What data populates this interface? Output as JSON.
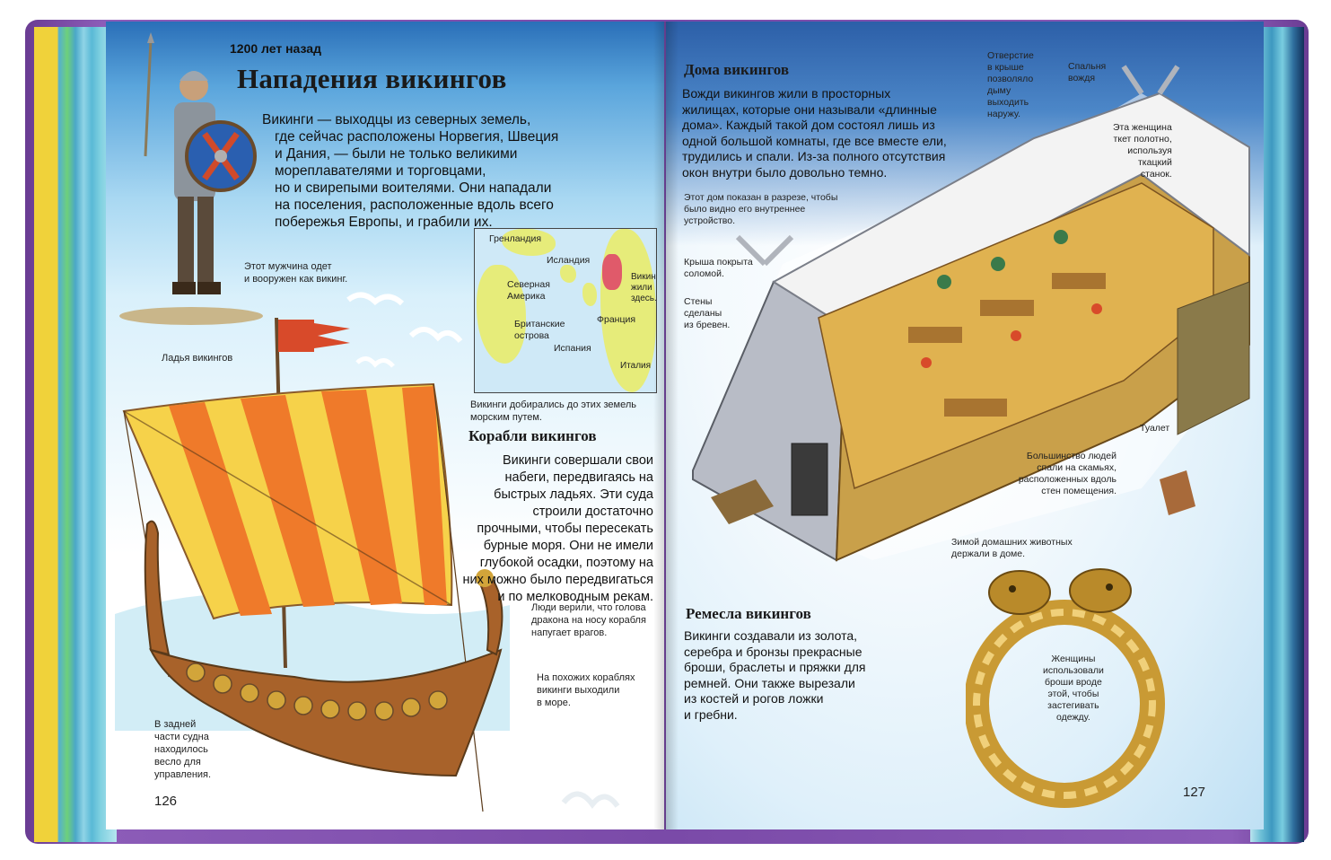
{
  "colors": {
    "cover": "#7a4aa8",
    "sky": "#5aa5dc",
    "sail_orange": "#ef7a2a",
    "sail_yellow": "#f6d24a",
    "ship_wood": "#a8622a",
    "roof": "#d8b24a",
    "gold": "#d2a53a"
  },
  "left_page": {
    "era": "1200 лет назад",
    "title": "Нападения викингов",
    "intro": [
      "Викинги — выходцы из северных земель,",
      "где сейчас расположены Норвегия, Швеция",
      "и Дания, — были не только великими",
      "мореплавателями и торговцами,",
      "но  и свирепыми воителями. Они нападали",
      "на поселения, расположенные вдоль всего",
      "побережья Европы, и грабили их."
    ],
    "warrior_caption": [
      "Этот мужчина одет",
      "и вооружен как викинг."
    ],
    "ship_label": "Ладья викингов",
    "map": {
      "labels": {
        "greenland": "Гренландия",
        "iceland": "Исландия",
        "north_america": [
          "Северная",
          "Америка"
        ],
        "british_isles": [
          "Британские",
          "острова"
        ],
        "france": "Франция",
        "spain": "Испания",
        "italy": "Италия",
        "vikings_here": [
          "Викинги",
          "жили",
          "здесь."
        ]
      },
      "caption": [
        "Викинги добирались до этих земель",
        "морским путем."
      ]
    },
    "ships_heading": "Корабли викингов",
    "ships_text": [
      "Викинги совершали свои",
      "набеги, передвигаясь на",
      "быстрых ладьях. Эти суда",
      "строили достаточно",
      "прочными, чтобы пересекать",
      "бурные моря. Они не имели",
      "глубокой осадки, поэтому на",
      "них можно было передвигаться",
      "и по мелководным рекам."
    ],
    "dragon_note": [
      "Люди верили, что голова",
      "дракона на носу корабля",
      "напугает врагов."
    ],
    "similar_ships_note": [
      "На похожих кораблях",
      "викинги выходили",
      "в море."
    ],
    "oar_note": [
      "В задней",
      "части судна",
      "находилось",
      "весло для",
      "управления."
    ],
    "page_number": "126"
  },
  "right_page": {
    "houses_heading": "Дома викингов",
    "houses_text": [
      "Вожди викингов жили в просторных",
      "жилищах, которые они называли «длинные",
      "дома». Каждый такой дом состоял лишь из",
      "одной большой комнаты, где все вместе ели,",
      "трудились и спали. Из-за полного отсутствия",
      "окон внутри было довольно темно."
    ],
    "roof_hole_note": [
      "Отверстие",
      "в крыше",
      "позволяло",
      "дыму",
      "выходить",
      "наружу."
    ],
    "chief_bed_note": [
      "Спальня",
      "вождя"
    ],
    "weaver_note": [
      "Эта женщина",
      "ткет полотно,",
      "используя",
      "ткацкий",
      "станок."
    ],
    "cutaway_note": [
      "Этот дом показан в разрезе, чтобы",
      "было видно его внутреннее",
      "устройство."
    ],
    "thatch_note": [
      "Крыша покрыта",
      "соломой."
    ],
    "walls_note": [
      "Стены",
      "сделаны",
      "из бревен."
    ],
    "toilet_note": "Туалет",
    "benches_note": [
      "Большинство людей",
      "спали на скамьях,",
      "расположенных вдоль",
      "стен помещения."
    ],
    "animals_note": [
      "Зимой домашних животных",
      "держали в доме."
    ],
    "crafts_heading": "Ремесла викингов",
    "crafts_text": [
      "Викинги создавали из золота,",
      "серебра и бронзы прекрасные",
      "броши, браслеты и пряжки для",
      "ремней. Они также вырезали",
      "из костей и рогов ложки",
      "и гребни."
    ],
    "brooch_note": [
      "Женщины",
      "использовали",
      "броши вроде",
      "этой, чтобы",
      "застегивать",
      "одежду."
    ],
    "page_number": "127"
  }
}
